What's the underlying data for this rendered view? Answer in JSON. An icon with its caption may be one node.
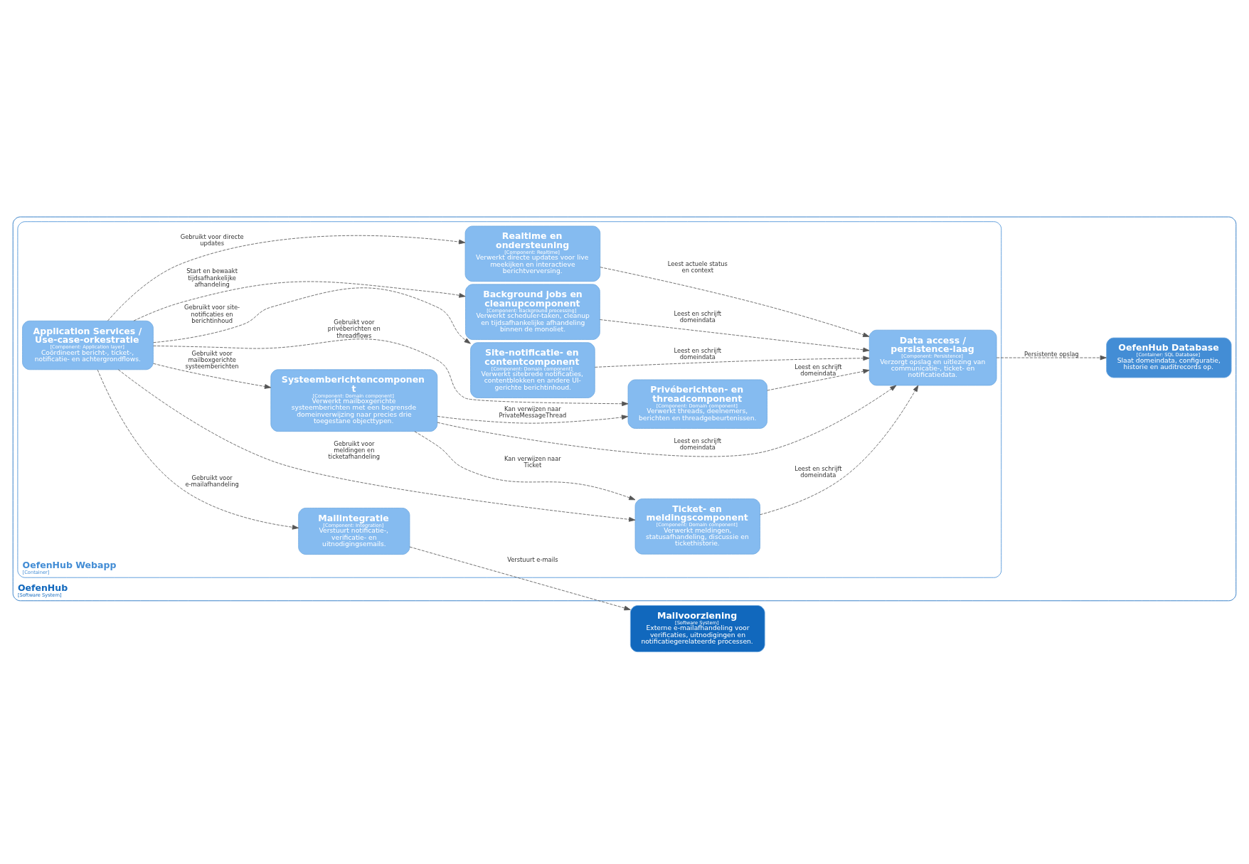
{
  "diagram": {
    "nodes": [
      {
        "text": [
          "OefenHub",
          "[Software System]"
        ]
      },
      {
        "text": [
          "OefenHub Webapp",
          "[Container]"
        ],
        "in": 0
      },
      {
        "text": [
          "Application Services / Use-case-orkestratie",
          "[Component: Application layer]",
          "Coördineert bericht-, ticket-, notificatie- en achtergrondflows."
        ],
        "in": 1
      },
      {
        "text": [
          "Systeemberichtencomponent",
          "[Component: Domain component]",
          "Verwerkt mailboxgerichte systeemberichten met een begrensde domeinverwijzing naar precies drie toegestane objecttypen."
        ],
        "in": 1
      },
      {
        "text": [
          "Ticket- en meldingscomponent",
          "[Component: Domain component]",
          "Verwerkt meldingen, statusafhandeling, discussie en tickethistorie."
        ],
        "in": 1
      },
      {
        "text": [
          "Privéberichten- en threadcomponent",
          "[Component: Domain component]",
          "Verwerkt threads, deelnemers, berichten en threadgebeurtenissen."
        ],
        "in": 1
      },
      {
        "text": [
          "Site-notificatie- en contentcomponent",
          "[Component: Domain component]",
          "Verwerkt sitebrede notificaties, contentblokken en andere UI-gerichte berichtinhoud."
        ],
        "in": 1
      },
      {
        "text": [
          "Background jobs en cleanupcomponent",
          "[Component: Background processing]",
          "Verwerkt scheduler-taken, cleanup en tijdsafhankelijke afhandeling binnen de monoliet."
        ],
        "in": 1
      },
      {
        "text": [
          "Realtime en ondersteuning",
          "[Component: Realtime]",
          "Verwerkt directe updates voor live meekijken en interactieve berichtverversing."
        ],
        "in": 1
      },
      {
        "text": [
          "Mailintegratie",
          "[Component: Integration]",
          "Verstuurt notificatie-, verificatie- en uitnodigingsemails."
        ],
        "in": 1
      },
      {
        "text": [
          "Data access / persistence-laag",
          "[Component: Persistence]",
          "Verzorgt opslag en uitlezing van communicatie-, ticket- en notificatiedata."
        ],
        "in": 1
      },
      {
        "text": [
          "OefenHub Database",
          "[Container: SQL Database]",
          "Slaat domeindata, configuratie, historie en auditrecords op."
        ],
        "in": 0
      },
      {
        "text": [
          "Mailvoorziening",
          "[Software System]",
          "Externe e-mailafhandeling voor verificaties, uitnodigingen en notificatiegerelateerde processen."
        ]
      }
    ],
    "edges": [
      {
        "from": 2,
        "to": 4,
        "arrow": "to",
        "style": "dashed",
        "label": "Gebruikt voor meldingen en ticketafhandeling"
      },
      {
        "from": 2,
        "to": 5,
        "arrow": "to",
        "style": "dashed",
        "label": "Gebruikt voor privéberichten en threadflows"
      },
      {
        "from": 2,
        "to": 3,
        "arrow": "to",
        "style": "dashed",
        "label": "Gebruikt voor mailboxgerichte systeemberichten"
      },
      {
        "from": 2,
        "to": 6,
        "arrow": "to",
        "style": "dashed",
        "label": "Gebruikt voor site-notificaties en berichtinhoud"
      },
      {
        "from": 2,
        "to": 7,
        "arrow": "to",
        "style": "dashed",
        "label": "Start en bewaakt tijdsafhankelijke afhandeling"
      },
      {
        "from": 2,
        "to": 8,
        "arrow": "to",
        "style": "dashed",
        "label": "Gebruikt voor directe updates"
      },
      {
        "from": 2,
        "to": 9,
        "arrow": "to",
        "style": "dashed",
        "label": "Gebruikt voor e-mailafhandeling"
      },
      {
        "from": 3,
        "to": 4,
        "arrow": "to",
        "style": "dashed",
        "label": "Kan verwijzen naar Ticket"
      },
      {
        "from": 3,
        "to": 5,
        "arrow": "to",
        "style": "dashed",
        "label": "Kan verwijzen naar PrivateMessageThread"
      },
      {
        "from": 3,
        "to": 10,
        "arrow": "to",
        "style": "dashed",
        "label": "Leest en schrijft domeindata"
      },
      {
        "from": 4,
        "to": 10,
        "arrow": "to",
        "style": "dashed",
        "label": "Leest en schrijft domeindata"
      },
      {
        "from": 5,
        "to": 10,
        "arrow": "to",
        "style": "dashed",
        "label": "Leest en schrijft domeindata"
      },
      {
        "from": 6,
        "to": 10,
        "arrow": "to",
        "style": "dashed",
        "label": "Leest en schrijft domeindata"
      },
      {
        "from": 7,
        "to": 10,
        "arrow": "to",
        "style": "dashed",
        "label": "Leest en schrijft domeindata"
      },
      {
        "from": 8,
        "to": 10,
        "arrow": "to",
        "style": "dashed",
        "label": "Leest actuele status en context"
      },
      {
        "from": 10,
        "to": 11,
        "arrow": "to",
        "style": "dashed",
        "label": "Persistente opslag"
      },
      {
        "from": 9,
        "to": 12,
        "arrow": "to",
        "style": "dashed",
        "label": "Verstuurt e-mails"
      }
    ]
  }
}
